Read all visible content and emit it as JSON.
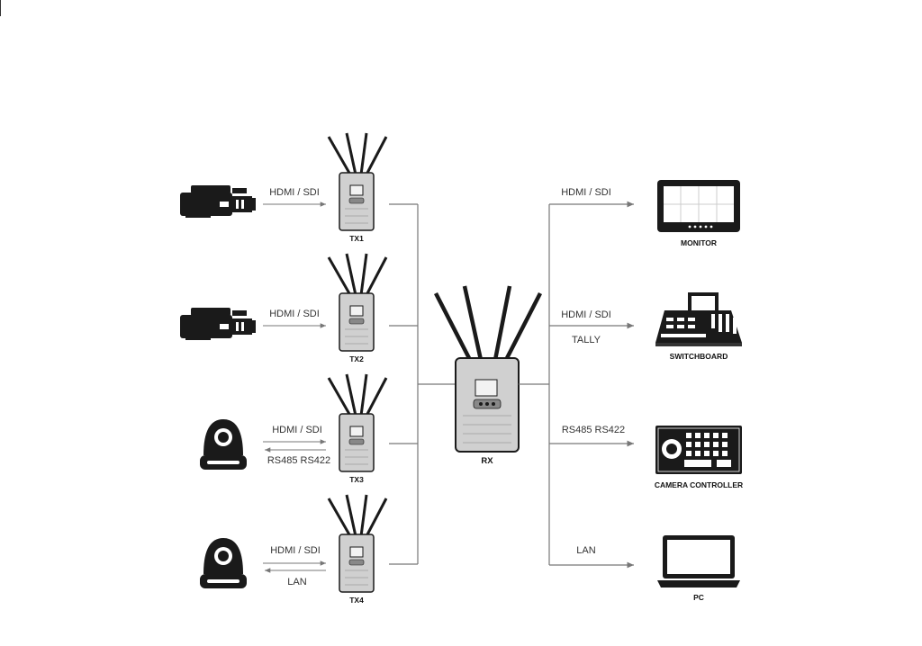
{
  "transmitters": [
    {
      "name": "TX1",
      "link_label": "HDMI / SDI",
      "return_label": "",
      "source_icon": "camcorder-icon"
    },
    {
      "name": "TX2",
      "link_label": "HDMI / SDI",
      "return_label": "",
      "source_icon": "camcorder-icon"
    },
    {
      "name": "TX3",
      "link_label": "HDMI / SDI",
      "return_label": "RS485  RS422",
      "source_icon": "ptz-camera-icon"
    },
    {
      "name": "TX4",
      "link_label": "HDMI / SDI",
      "return_label": "LAN",
      "source_icon": "ptz-camera-icon"
    }
  ],
  "receiver": {
    "name": "RX",
    "device_icon": "receiver-icon"
  },
  "outputs": [
    {
      "name": "MONITOR",
      "labels": [
        "HDMI / SDI"
      ],
      "device_icon": "monitor-icon"
    },
    {
      "name": "SWITCHBOARD",
      "labels": [
        "HDMI / SDI",
        "TALLY"
      ],
      "device_icon": "switchboard-icon"
    },
    {
      "name": "CAMERA CONTROLLER",
      "labels": [
        "RS485  RS422"
      ],
      "device_icon": "camera-controller-icon"
    },
    {
      "name": "PC",
      "labels": [
        "LAN"
      ],
      "device_icon": "laptop-icon"
    }
  ],
  "colors": {
    "line": "#777777",
    "device": "#1a1a1a",
    "tx_body": "#d0d0d0"
  }
}
